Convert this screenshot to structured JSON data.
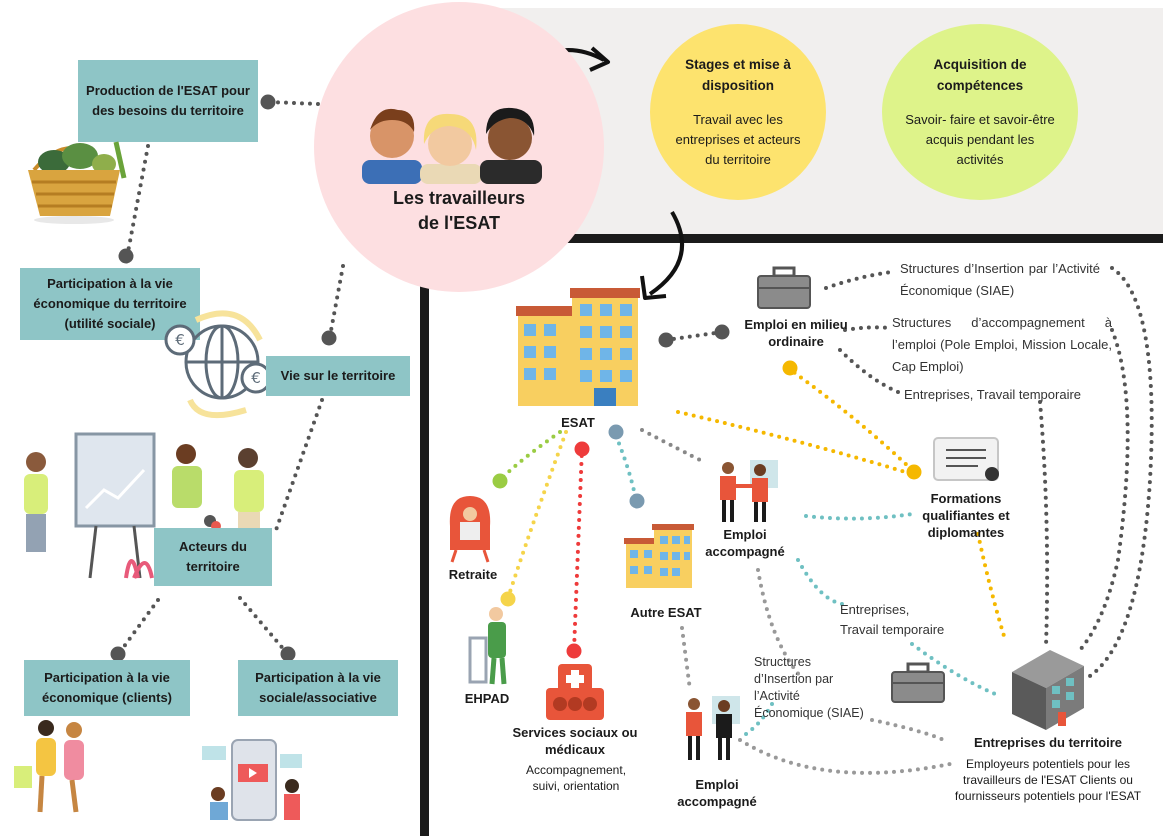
{
  "left": {
    "production": "Production de l'ESAT pour des besoins du territoire",
    "participation_eco_territoire": "Participation à la vie économique du territoire (utilité sociale)",
    "vie_territoire": "Vie sur le territoire",
    "acteurs": "Acteurs du territoire",
    "participation_clients": "Participation à la vie économique (clients)",
    "participation_sociale": "Participation à la vie sociale/associative"
  },
  "center": {
    "travailleurs_line1": "Les travailleurs",
    "travailleurs_line2": "de l'ESAT"
  },
  "top_right": {
    "stages_title": "Stages et mise à disposition",
    "stages_body": "Travail avec les entreprises et acteurs du territoire",
    "acquisition_title": "Acquisition de compétences",
    "acquisition_body": "Savoir- faire et savoir-être acquis pendant les activités"
  },
  "right": {
    "esat": "ESAT",
    "emploi_ordinaire": "Emploi en milieu ordinaire",
    "siae_top": "Structures d’Insertion par l’Activité Économique (SIAE)",
    "accompagnement": "Structures d’accompagnement à l’emploi (Pole Emploi, Mission Locale, Cap Emploi)",
    "entreprises_interim_top": "Entreprises, Travail temporaire",
    "formations": "Formations qualifiantes et diplomantes",
    "emploi_accompagne_1": "Emploi accompagné",
    "emploi_accompagne_2": "Emploi accompagné",
    "retraite": "Retraite",
    "ehpad": "EHPAD",
    "services": "Services sociaux ou médicaux",
    "services_sub": "Accompagnement, suivi, orientation",
    "autre_esat": "Autre ESAT",
    "entreprises_interim_mid_1": "Entreprises,",
    "entreprises_interim_mid_2": "Travail temporaire",
    "siae_mid": "Structures d’Insertion par l’Activité Économique (SIAE)",
    "entreprises_territoire": "Entreprises du territoire",
    "entreprises_sub": "Employeurs potentiels pour les travailleurs de l'ESAT Clients ou fournisseurs potentiels pour l'ESAT"
  },
  "colors": {
    "teal": "#8ec5c6",
    "pink": "#fddfe1",
    "yellow": "#fde36e",
    "lime": "#def38a",
    "dark": "#1b1b1b",
    "grey_dot": "#555555",
    "orange_dot": "#f5b800",
    "red_dot": "#ee3b3b"
  },
  "icons": [
    "basket-icon",
    "globe-euro-icon",
    "presentation-people-icon",
    "shoppers-icon",
    "smartphone-social-icon",
    "faces-icon",
    "building-icon",
    "briefcase-icon",
    "diploma-icon",
    "retiree-icon",
    "elderly-walker-icon",
    "medical-building-icon",
    "handshake-icon",
    "company-building-icon"
  ]
}
